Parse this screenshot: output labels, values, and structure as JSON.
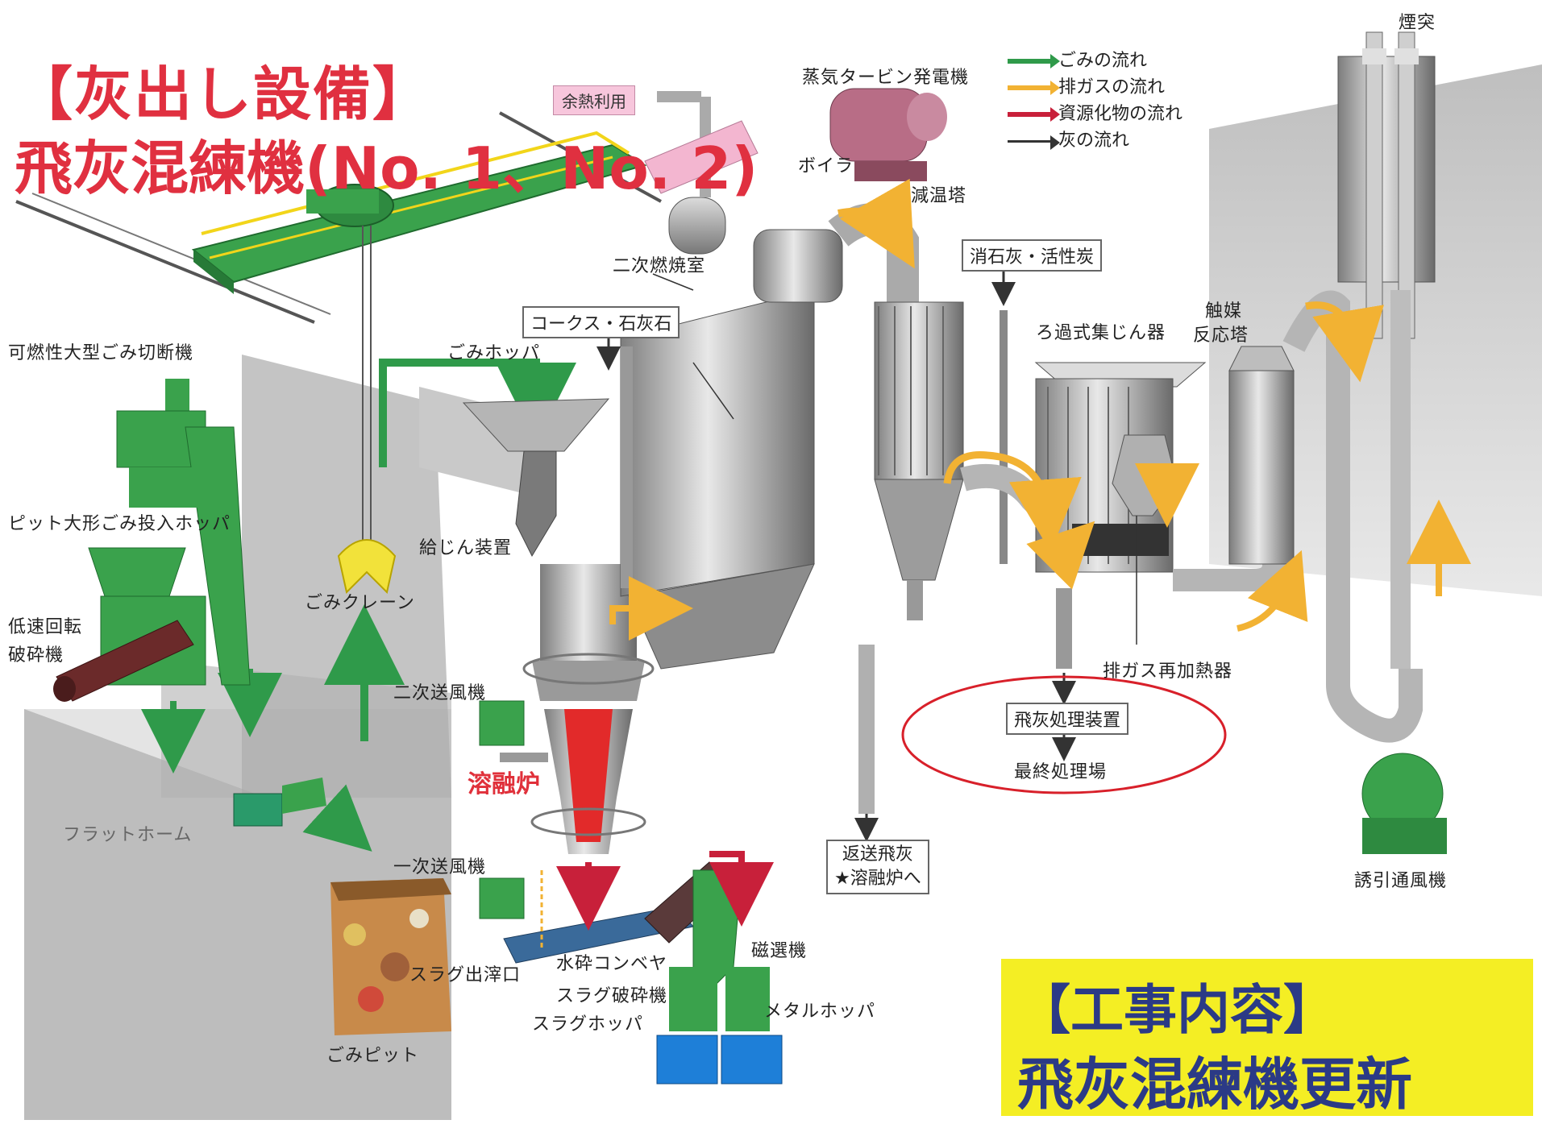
{
  "title": {
    "line1": "【灰出し設備】",
    "line2": "飛灰混練機(No. 1、No. 2)"
  },
  "legend": {
    "items": [
      {
        "label": "ごみの流れ",
        "color": "#2f9a4a"
      },
      {
        "label": "排ガスの流れ",
        "color": "#f2b233"
      },
      {
        "label": "資源化物の流れ",
        "color": "#c8203a"
      },
      {
        "label": "灰の流れ",
        "color": "#333333"
      }
    ]
  },
  "labels": {
    "yonetsu": "余熱利用",
    "turbine": "蒸気タービン発電機",
    "boiler": "ボイラ",
    "gen_on_tower": "減温塔",
    "chimney": "煙突",
    "nijinenshoshitsu": "二次燃焼室",
    "coke": "コークス・石灰石",
    "shosekkai": "消石灰・活性炭",
    "rokashiki": "ろ過式集じん器",
    "shokubai1": "触媒",
    "shokubai2": "反応塔",
    "kanensei": "可燃性大型ごみ切断機",
    "gomi_hopper": "ごみホッパ",
    "pit_hopper": "ピット大形ごみ投入ホッパ",
    "kyujin": "給じん装置",
    "teisoku1": "低速回転",
    "teisoku2": "破砕機",
    "gomi_crane": "ごみクレーン",
    "niji_sofuki": "二次送風機",
    "yoyuro": "溶融炉",
    "flat": "フラットホーム",
    "ichiji_sofuki": "一次送風機",
    "slag_out": "スラグ出滓口",
    "suisai": "水砕コンベヤ",
    "jisenki": "磁選機",
    "slag_hasai": "スラグ破砕機",
    "slag_hopper": "スラグホッパ",
    "metal_hopper": "メタルホッパ",
    "gomi_pit": "ごみピット",
    "haigas_saikanetsu": "排ガス再加熱器",
    "hibai_shori": "飛灰処理装置",
    "saishu": "最終処理場",
    "hensou1": "返送飛灰",
    "hensou2": "★溶融炉へ",
    "yuin": "誘引通風機"
  },
  "work": {
    "line1": "【工事内容】",
    "line2": "飛灰混練機更新"
  }
}
